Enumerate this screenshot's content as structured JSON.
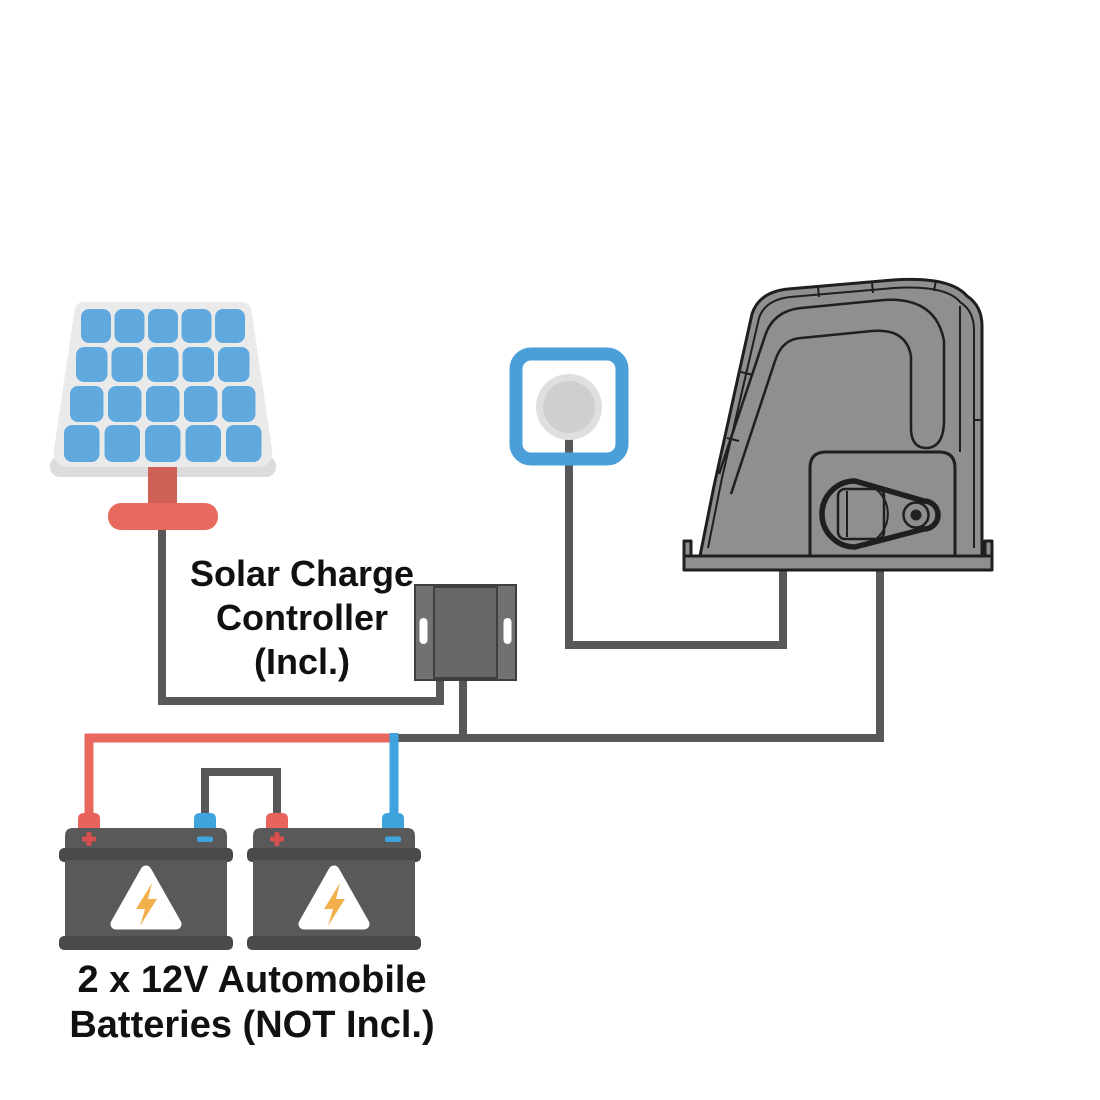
{
  "labels": {
    "controller": [
      "Solar Charge",
      "Controller",
      "(Incl.)"
    ],
    "batteries": [
      "2 x 12V Automobile",
      "Batteries (NOT Incl.)"
    ]
  },
  "battery_markings": {
    "positive": "+",
    "negative": "-"
  },
  "components": [
    "solar-panel",
    "solar-charge-controller",
    "wall-plug-outlet",
    "sliding-gate-opener-motor",
    "automobile-battery-1",
    "automobile-battery-2"
  ],
  "colors": {
    "background": "#FFFFFF",
    "text": "#111111",
    "wire_dark": "#58585A",
    "wire_red": "#E8675F",
    "wire_blue": "#3FA3DE",
    "panel_frame": "#EAEAEA",
    "panel_frame_shadow": "#DCDCDC",
    "panel_cell": "#5FA9DE",
    "stand_post": "#CD6156",
    "stand_base": "#E8695E",
    "controller_body": "#717171",
    "controller_panel": "#686868",
    "controller_outline": "#3F3F3F",
    "outlet_blue": "#4B9FD9",
    "outlet_ring": "#DFDFDF",
    "outlet_core": "#CFCFCF",
    "motor_gray": "#8F8F8F",
    "motor_outline": "#1F1F1F",
    "battery_body": "#595959",
    "battery_band": "#4A4A4A",
    "terminal_red": "#E8635C",
    "terminal_blue": "#3FA3DE",
    "mark_red": "#D94F4F",
    "bolt_orange": "#F2B04C"
  }
}
